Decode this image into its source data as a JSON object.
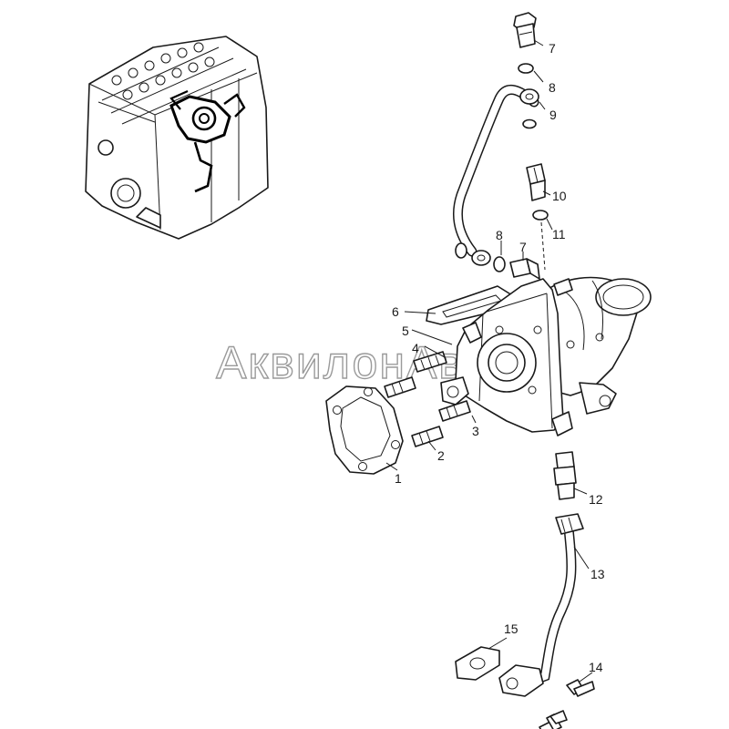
{
  "diagram": {
    "watermark": "АквилонАвто",
    "callouts": [
      "1",
      "2",
      "3",
      "4",
      "5",
      "6",
      "7",
      "7",
      "8",
      "8",
      "9",
      "10",
      "11",
      "12",
      "13",
      "14",
      "15"
    ]
  },
  "colors": {
    "line": "#1a1a1a",
    "background": "#ffffff",
    "watermark_stroke": "#9a9a9a"
  }
}
